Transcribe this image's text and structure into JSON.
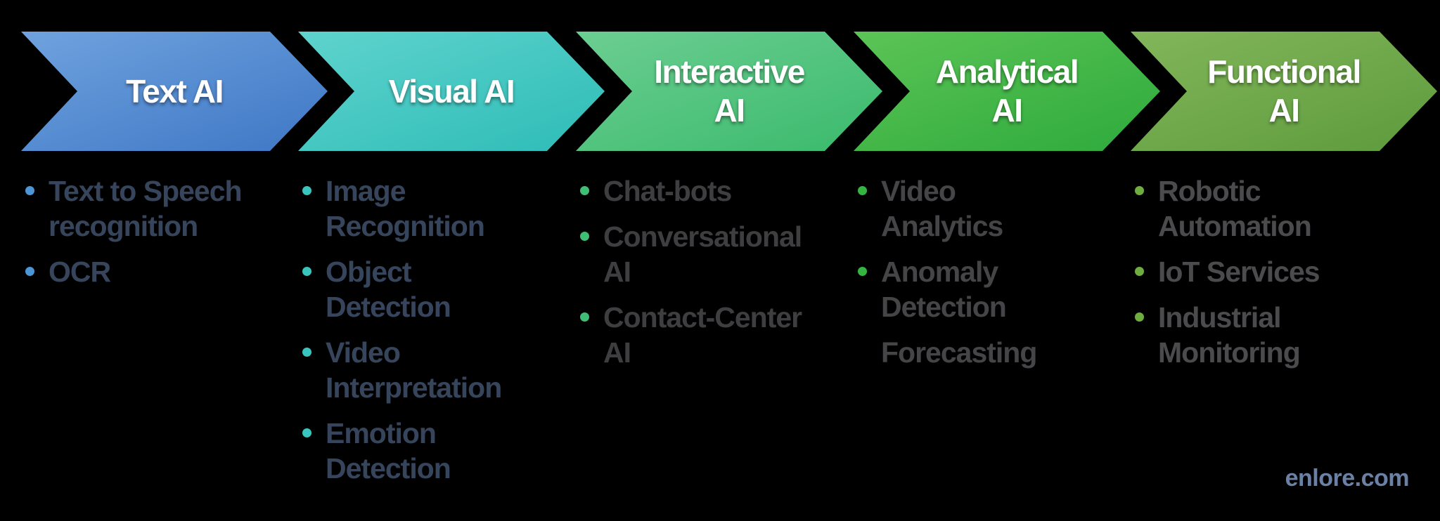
{
  "watermark": {
    "text": "enlore.com",
    "color": "#6A80A4"
  },
  "categories": [
    {
      "id": "text-ai",
      "title_lines": [
        "Text AI"
      ],
      "gradient_top": "#6FA2DE",
      "gradient_bottom": "#3E77C5",
      "bullet_color": "#4C96D6",
      "text_color": "#36455C",
      "items": [
        {
          "bullet": true,
          "lines": [
            "Text to Speech",
            "recognition"
          ]
        },
        {
          "bullet": true,
          "lines": [
            "OCR"
          ]
        }
      ]
    },
    {
      "id": "visual-ai",
      "title_lines": [
        "Visual AI"
      ],
      "gradient_top": "#5FD3CD",
      "gradient_bottom": "#2EBCB7",
      "bullet_color": "#3AC4BE",
      "text_color": "#36455C",
      "items": [
        {
          "bullet": true,
          "lines": [
            "Image",
            "Recognition"
          ]
        },
        {
          "bullet": true,
          "lines": [
            "Object",
            "Detection"
          ]
        },
        {
          "bullet": true,
          "lines": [
            "Video",
            "Interpretation"
          ]
        },
        {
          "bullet": true,
          "lines": [
            "Emotion",
            "Detection"
          ]
        }
      ]
    },
    {
      "id": "interactive-ai",
      "title_lines": [
        "Interactive",
        "AI"
      ],
      "gradient_top": "#6CCE92",
      "gradient_bottom": "#3ABA6C",
      "bullet_color": "#3FBE76",
      "text_color": "#3E3E40",
      "items": [
        {
          "bullet": true,
          "lines": [
            "Chat-bots"
          ]
        },
        {
          "bullet": true,
          "lines": [
            "Conversational",
            "AI"
          ]
        },
        {
          "bullet": true,
          "lines": [
            "Contact-Center",
            "AI"
          ]
        }
      ]
    },
    {
      "id": "analytical-ai",
      "title_lines": [
        "Analytical",
        "AI"
      ],
      "gradient_top": "#5CC456",
      "gradient_bottom": "#2EAA3C",
      "bullet_color": "#34B441",
      "text_color": "#454547",
      "items": [
        {
          "bullet": true,
          "lines": [
            "Video",
            "Analytics"
          ]
        },
        {
          "bullet": true,
          "lines": [
            "Anomaly",
            "Detection"
          ]
        },
        {
          "bullet": false,
          "lines": [
            "Forecasting"
          ]
        }
      ]
    },
    {
      "id": "functional-ai",
      "title_lines": [
        "Functional",
        "AI"
      ],
      "gradient_top": "#82B65A",
      "gradient_bottom": "#5D9B3C",
      "bullet_color": "#70AD40",
      "text_color": "#4B4B4D",
      "items": [
        {
          "bullet": true,
          "lines": [
            "Robotic",
            "Automation"
          ]
        },
        {
          "bullet": true,
          "lines": [
            "IoT Services"
          ]
        },
        {
          "bullet": true,
          "lines": [
            "Industrial",
            "Monitoring"
          ]
        }
      ]
    }
  ]
}
